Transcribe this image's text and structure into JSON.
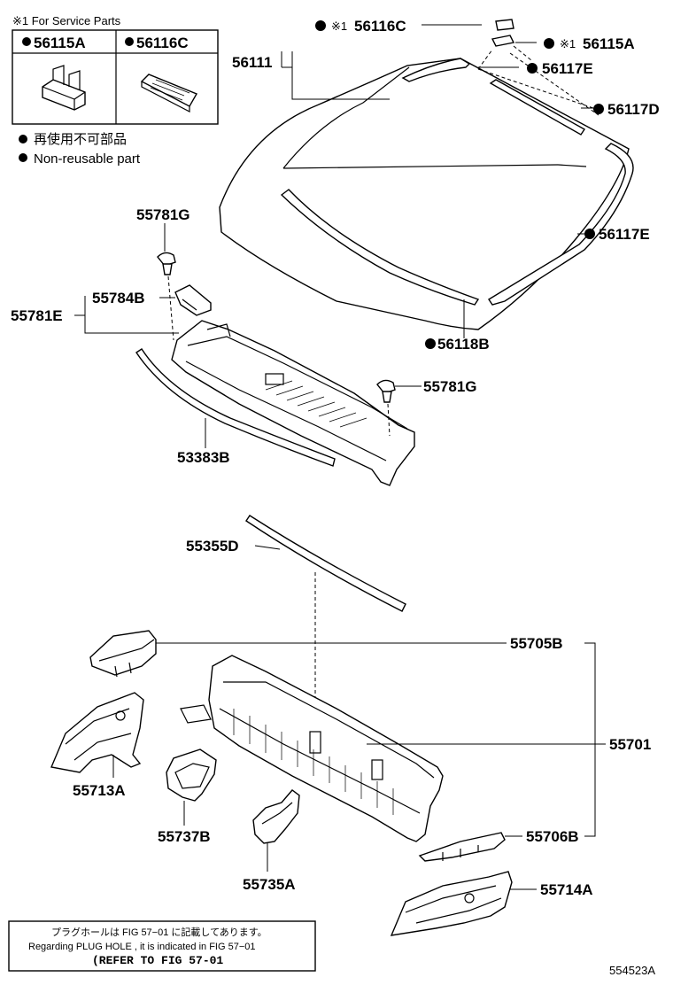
{
  "service_parts": {
    "header": "※1 For Service Parts",
    "items": [
      {
        "part_no": "56115A",
        "non_reusable": true
      },
      {
        "part_no": "56116C",
        "non_reusable": true
      }
    ]
  },
  "legend": {
    "dot_symbol": "●",
    "line_jp": "再使用不可部品",
    "line_en": "Non-reusable part"
  },
  "callouts": {
    "p56116C": "56116C",
    "p56115A": "56115A",
    "p56111": "56111",
    "p56117E_a": "56117E",
    "p56117D": "56117D",
    "p56117E_b": "56117E",
    "p56118B": "56118B",
    "p55781G_a": "55781G",
    "p55784B": "55784B",
    "p55781E": "55781E",
    "p55781G_b": "55781G",
    "p53383B": "53383B",
    "p55355D": "55355D",
    "p55705B": "55705B",
    "p55701": "55701",
    "p55713A": "55713A",
    "p55737B": "55737B",
    "p55735A": "55735A",
    "p55706B": "55706B",
    "p55714A": "55714A"
  },
  "service_mark": "※1",
  "note": {
    "line_jp": "プラグホールは FIG 57−01 に記載してあります。",
    "line_en": "Regarding PLUG HOLE , it is indicated in FIG 57−01",
    "line_ref": "(REFER TO FIG 57-01"
  },
  "figure_id": "554523A"
}
